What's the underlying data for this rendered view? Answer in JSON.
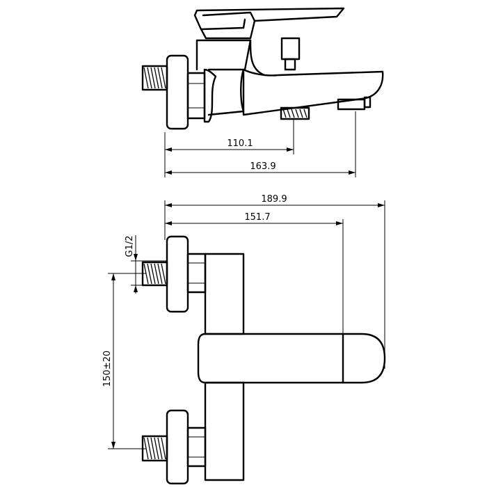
{
  "dimensions": {
    "side_view": {
      "short_length": "110.1",
      "total_length": "163.9"
    },
    "front_view": {
      "overall_width": "189.9",
      "body_width": "151.7",
      "connection_thread": "G1/2",
      "center_distance": "150±20"
    }
  }
}
